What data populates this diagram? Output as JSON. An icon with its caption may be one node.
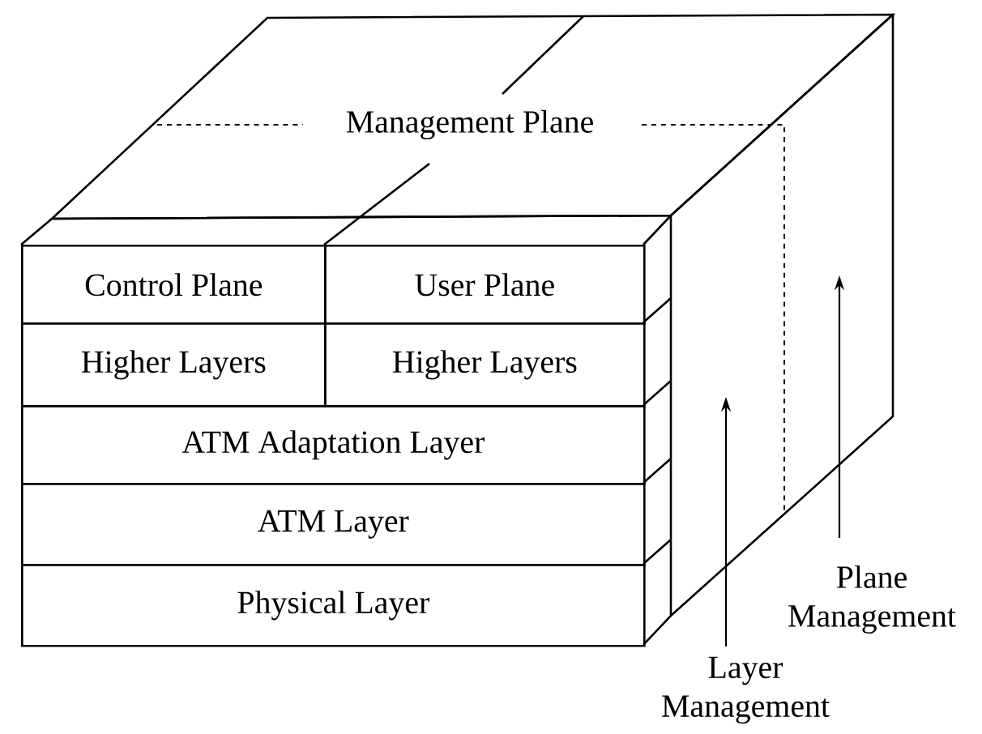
{
  "diagram": {
    "nodes": [
      {
        "text": [
          "Management Plane"
        ]
      },
      {
        "text": [
          "Control Plane"
        ]
      },
      {
        "text": [
          "User Plane"
        ]
      },
      {
        "text": [
          "Higher Layers"
        ]
      },
      {
        "text": [
          "Higher Layers"
        ]
      },
      {
        "text": [
          "ATM Adaptation Layer"
        ]
      },
      {
        "text": [
          "ATM Layer"
        ]
      },
      {
        "text": [
          "Physical Layer"
        ]
      }
    ],
    "labels": [
      "Plane Management",
      "Layer Management"
    ]
  }
}
